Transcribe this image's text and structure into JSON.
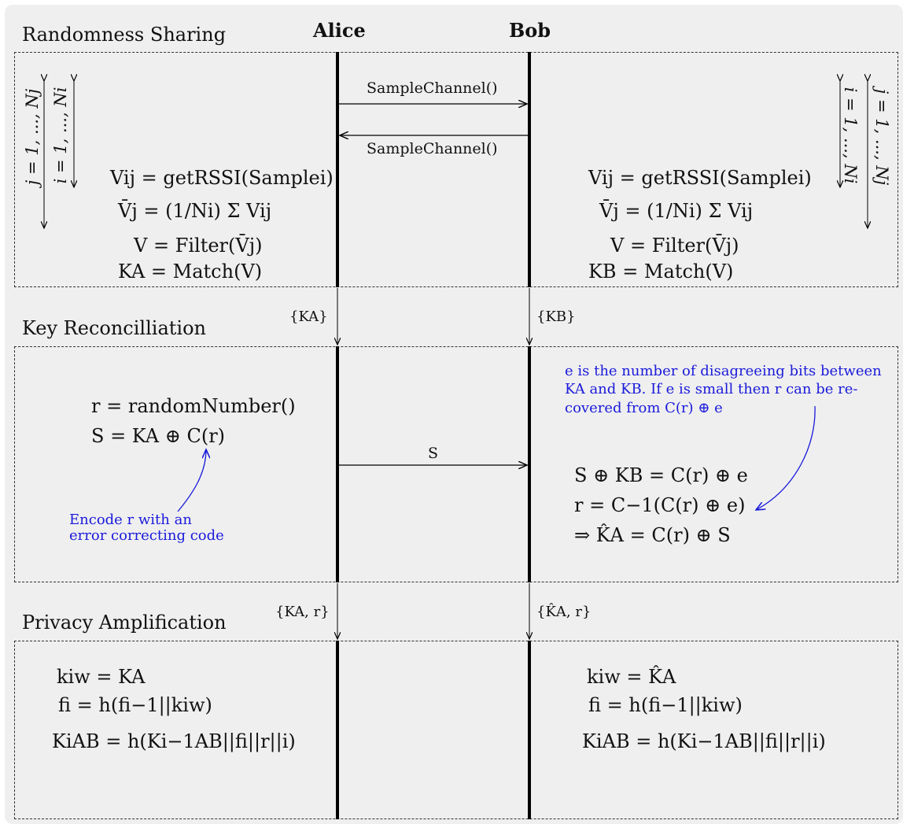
{
  "parties": {
    "alice": "Alice",
    "bob": "Bob"
  },
  "sections": {
    "randomness": "Randomness Sharing",
    "reconciliation": "Key Reconcilliation",
    "privacy": "Privacy Amplification"
  },
  "messages": {
    "sample_to_bob": "SampleChannel()",
    "sample_to_alice": "SampleChannel()",
    "s_to_bob": "S"
  },
  "loops": {
    "j_label": "j = 1, ..., Nj",
    "i_label": "i = 1, ..., Ni"
  },
  "randomness": {
    "alice": {
      "eq1": "Vij = getRSSI(Samplei)",
      "eq2": "V̄j = (1/Ni) Σ Vij",
      "eq3": "V = Filter(V̄j)",
      "eq4": "KA = Match(V)"
    },
    "bob": {
      "eq1": "Vij = getRSSI(Samplei)",
      "eq2": "V̄j = (1/Ni) Σ Vij",
      "eq3": "V = Filter(V̄j)",
      "eq4": "KB = Match(V)"
    }
  },
  "transitions": {
    "alice_1": "{KA}",
    "bob_1": "{KB}",
    "alice_2": "{KA, r}",
    "bob_2": "{K̂A, r}"
  },
  "reconciliation": {
    "alice": {
      "eq1": "r = randomNumber()",
      "eq2": "S = KA ⊕ C(r)",
      "note_line1": "Encode r with an",
      "note_line2": "error correcting code"
    },
    "bob": {
      "note_line1": "e is the number of disagreeing bits between",
      "note_line2": "KA and KB. If e is small then r can be re-",
      "note_line3": "covered from C(r) ⊕ e",
      "eq1": "S ⊕ KB = C(r) ⊕ e",
      "eq2": "r = C−1(C(r) ⊕ e)",
      "eq3": "⇒ K̂A = C(r) ⊕ S"
    }
  },
  "privacy": {
    "alice": {
      "eq1": "kiw = KA",
      "eq2": "fi = h(fi−1||kiw)",
      "eq3": "KiAB = h(Ki−1AB||fi||r||i)"
    },
    "bob": {
      "eq1": "kiw = K̂A",
      "eq2": "fi = h(fi−1||kiw)",
      "eq3": "KiAB = h(Ki−1AB||fi||r||i)"
    }
  },
  "colors": {
    "note": "#1a1adb",
    "panel": "#efefef"
  }
}
